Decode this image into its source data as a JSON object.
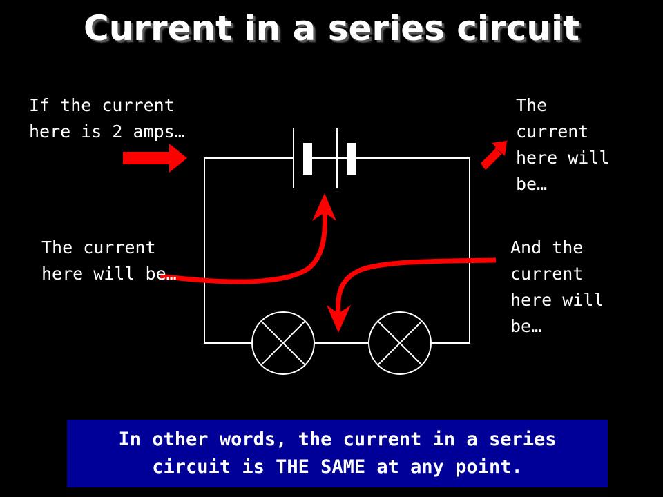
{
  "title": "Current in a series circuit",
  "labels": {
    "top_left": "If the current here is 2 amps…",
    "top_right": "The current here will be…",
    "mid_left": "The current here will be…",
    "mid_right": "And the current here will be…"
  },
  "summary": {
    "line1": "In other words, the current in a series",
    "line2": "circuit is THE SAME at any point."
  },
  "colors": {
    "background": "#000000",
    "wire": "#ffffff",
    "arrow": "#ff0000",
    "summary_box": "#000099"
  }
}
